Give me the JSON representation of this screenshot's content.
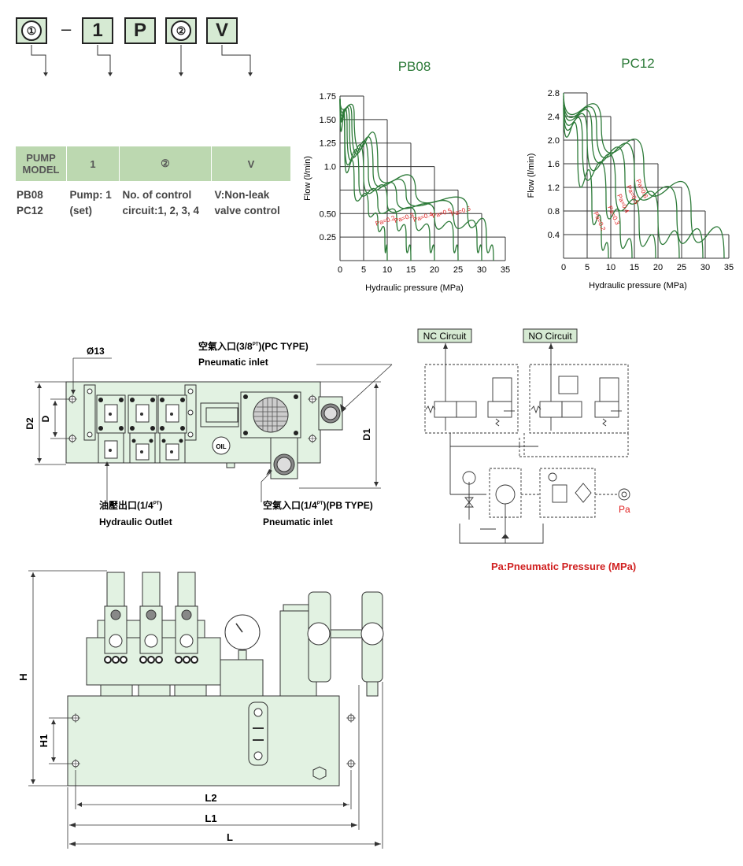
{
  "model_code": {
    "boxes": [
      "①",
      "1",
      "P",
      "②",
      "V"
    ],
    "dash": "–"
  },
  "model_table": {
    "headers": [
      "PUMP MODEL",
      "1",
      "②",
      "V"
    ],
    "col1": [
      "PB08",
      "PC12"
    ],
    "col2": "Pump: 1 (set)",
    "col3": "No. of control circuit:1, 2, 3, 4",
    "col4": "V:Non-leak valve control"
  },
  "colors": {
    "accent_green": "#2c7a38",
    "header_green": "#bcd8b0",
    "box_green": "#d6ead3",
    "body_green": "#e2f2e2",
    "pressure_red": "#e02020"
  },
  "chart_data": [
    {
      "type": "line",
      "title": "PB08",
      "xlabel": "Hydraulic pressure (MPa)",
      "ylabel": "Flow (l/min)",
      "xticks": [
        "0",
        "5",
        "10",
        "15",
        "20",
        "25",
        "30",
        "35"
      ],
      "yticks": [
        "0.25",
        "0.50",
        "1.0",
        "1.25",
        "1.50",
        "1.75"
      ],
      "xlim": [
        0,
        35
      ],
      "ylim": [
        0,
        1.75
      ],
      "series": [
        {
          "name": "Pa=0.2",
          "points": [
            [
              0,
              1.72
            ],
            [
              1,
              1.2
            ],
            [
              3,
              0.8
            ],
            [
              6,
              0.55
            ],
            [
              8,
              0.42
            ],
            [
              9.5,
              0.25
            ],
            [
              10,
              0
            ]
          ]
        },
        {
          "name": "Pa=0.3",
          "points": [
            [
              0,
              1.72
            ],
            [
              1,
              1.35
            ],
            [
              4,
              0.85
            ],
            [
              8,
              0.6
            ],
            [
              12,
              0.45
            ],
            [
              14,
              0.25
            ],
            [
              15,
              0
            ]
          ]
        },
        {
          "name": "Pa=0.4",
          "points": [
            [
              0,
              1.72
            ],
            [
              1.5,
              1.4
            ],
            [
              5,
              0.9
            ],
            [
              10,
              0.62
            ],
            [
              16,
              0.46
            ],
            [
              19,
              0.25
            ],
            [
              20,
              0
            ]
          ]
        },
        {
          "name": "Pa=0.5",
          "points": [
            [
              0,
              1.72
            ],
            [
              2,
              1.45
            ],
            [
              6,
              0.92
            ],
            [
              12,
              0.66
            ],
            [
              20,
              0.5
            ],
            [
              24,
              0.25
            ],
            [
              25,
              0
            ]
          ]
        },
        {
          "name": "Pa=0.6",
          "points": [
            [
              0,
              1.72
            ],
            [
              2.5,
              1.5
            ],
            [
              7,
              0.95
            ],
            [
              14,
              0.7
            ],
            [
              24,
              0.52
            ],
            [
              29,
              0.25
            ],
            [
              30,
              0
            ]
          ]
        },
        {
          "name": "",
          "points": [
            [
              0,
              1.72
            ],
            [
              3,
              1.55
            ],
            [
              8,
              1.0
            ],
            [
              16,
              0.74
            ],
            [
              27,
              0.55
            ],
            [
              31,
              0.25
            ],
            [
              32.5,
              0
            ]
          ]
        }
      ],
      "step_grid": [
        [
          5,
          1.75
        ],
        [
          10,
          1.5
        ],
        [
          15,
          1.25
        ],
        [
          20,
          1.0
        ],
        [
          25,
          0.75
        ],
        [
          30,
          0.5
        ],
        [
          35,
          0.25
        ]
      ]
    },
    {
      "type": "line",
      "title": "PC12",
      "xlabel": "Hydraulic pressure (MPa)",
      "ylabel": "Flow (l/min)",
      "xticks": [
        "0",
        "5",
        "10",
        "15",
        "20",
        "25",
        "30",
        "35"
      ],
      "yticks": [
        "0.4",
        "0.8",
        "1.2",
        "1.6",
        "2.0",
        "2.4",
        "2.8"
      ],
      "xlim": [
        0,
        35
      ],
      "ylim": [
        0,
        2.8
      ],
      "series": [
        {
          "name": "Pa=0.2",
          "points": [
            [
              0,
              2.55
            ],
            [
              3,
              1.8
            ],
            [
              6,
              0.9
            ],
            [
              8,
              0.4
            ],
            [
              9.5,
              0
            ]
          ]
        },
        {
          "name": "Pa=0.3",
          "points": [
            [
              0,
              2.6
            ],
            [
              4,
              1.95
            ],
            [
              9,
              1.0
            ],
            [
              12,
              0.5
            ],
            [
              14.5,
              0
            ]
          ]
        },
        {
          "name": "Pa=0.4",
          "points": [
            [
              0,
              2.65
            ],
            [
              5,
              2.05
            ],
            [
              11,
              1.2
            ],
            [
              16,
              0.6
            ],
            [
              19.5,
              0
            ]
          ]
        },
        {
          "name": "Pa=0.5",
          "points": [
            [
              0,
              2.7
            ],
            [
              6,
              2.15
            ],
            [
              13,
              1.35
            ],
            [
              20,
              0.7
            ],
            [
              24.5,
              0
            ]
          ]
        },
        {
          "name": "Pa=0.6",
          "points": [
            [
              0,
              2.75
            ],
            [
              7,
              2.2
            ],
            [
              15,
              1.45
            ],
            [
              24,
              0.75
            ],
            [
              29.5,
              0
            ]
          ]
        },
        {
          "name": "",
          "points": [
            [
              0,
              2.8
            ],
            [
              8,
              2.25
            ],
            [
              17,
              1.55
            ],
            [
              27,
              0.8
            ],
            [
              34,
              0
            ]
          ]
        }
      ],
      "step_grid": [
        [
          5,
          2.8
        ],
        [
          10,
          2.4
        ],
        [
          15,
          2.0
        ],
        [
          20,
          1.6
        ],
        [
          25,
          1.2
        ],
        [
          30,
          0.8
        ],
        [
          35,
          0.4
        ]
      ]
    }
  ],
  "front_view": {
    "hole_label": "Ø13",
    "pc_inlet_cn": "空氣入口(3/8",
    "pc_inlet_sup": "PT",
    "pc_inlet_type": ")(PC TYPE)",
    "pc_inlet_en": "Pneumatic inlet",
    "oil_label": "OIL",
    "d2": "D2",
    "d": "D",
    "d1": "D1",
    "outlet_cn": "油壓出口(1/4",
    "outlet_sup": "PT",
    "outlet_close": ")",
    "outlet_en": "Hydraulic Outlet",
    "pb_inlet_cn": "空氣入口(1/4",
    "pb_inlet_sup": "PT",
    "pb_inlet_type": ")(PB TYPE)",
    "pb_inlet_en": "Pneumatic inlet"
  },
  "schematic": {
    "nc_label": "NC Circuit",
    "no_label": "NO Circuit",
    "pa_label": "Pa",
    "caption": "Pa:Pneumatic Pressure (MPa)"
  },
  "side_view": {
    "h": "H",
    "h1": "H1",
    "l2": "L2",
    "l1": "L1",
    "l": "L"
  }
}
